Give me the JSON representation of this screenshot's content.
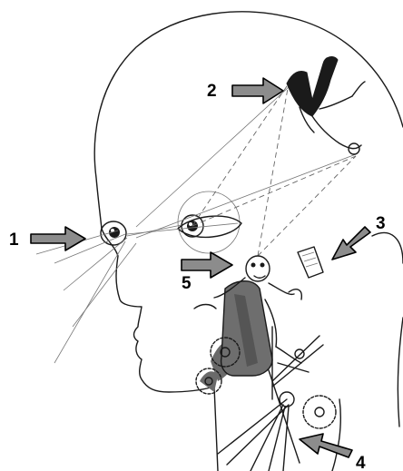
{
  "callouts": [
    {
      "id": 1,
      "label": "1"
    },
    {
      "id": 2,
      "label": "2"
    },
    {
      "id": 3,
      "label": "3"
    },
    {
      "id": 4,
      "label": "4"
    },
    {
      "id": 5,
      "label": "5"
    }
  ],
  "colors": {
    "arrow_fill": "#8c8c8c",
    "ink": "#1a1a1a",
    "cheek_hair": "#6a6a6a",
    "silhouette_figure": "#1a1a1a",
    "chair": "#6e6e6e",
    "background": "#ffffff"
  }
}
